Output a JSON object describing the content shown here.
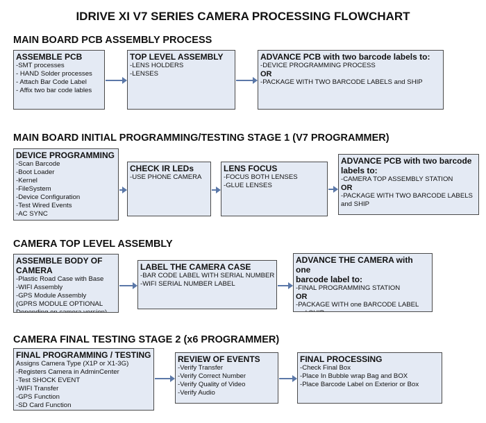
{
  "title": "IDRIVE XI V7 SERIES CAMERA PROCESSING FLOWCHART",
  "colors": {
    "box_fill": "#e4eaf4",
    "box_border": "#4a4a4a",
    "arrow": "#5b78a8"
  },
  "sections": [
    {
      "heading": "MAIN BOARD PCB ASSEMBLY PROCESS",
      "boxes": [
        {
          "title": [
            "ASSEMBLE PCB"
          ],
          "lines": [
            {
              "text": " -SMT processes"
            },
            {
              "text": " - HAND Solder processes"
            },
            {
              "text": " - Attach Bar Code Label"
            },
            {
              "text": " - Affix two bar code lables"
            }
          ]
        },
        {
          "title": [
            "TOP LEVEL ASSEMBLY"
          ],
          "lines": [
            {
              "text": "-LENS HOLDERS"
            },
            {
              "text": "-LENSES"
            }
          ]
        },
        {
          "title": [
            "ADVANCE PCB with two barcode labels to:"
          ],
          "lines": [
            {
              "text": "-DEVICE PROGRAMMING PROCESS"
            },
            {
              "text": "OR",
              "bold": true
            },
            {
              "text": "-PACKAGE WITH TWO BARCODE LABELS and SHIP"
            }
          ]
        }
      ]
    },
    {
      "heading": "MAIN BOARD INITIAL PROGRAMMING/TESTING STAGE 1 (V7 PROGRAMMER)",
      "boxes": [
        {
          "title": [
            "DEVICE PROGRAMMING"
          ],
          "lines": [
            {
              "text": "-Scan Barcode"
            },
            {
              "text": "-Boot Loader"
            },
            {
              "text": "-Kernel"
            },
            {
              "text": "-FileSystem"
            },
            {
              "text": "-Device Configuration"
            },
            {
              "text": "-Test Wired Events"
            },
            {
              "text": "-AC SYNC"
            }
          ]
        },
        {
          "title": [
            "CHECK IR LEDs"
          ],
          "lines": [
            {
              "text": "-USE PHONE CAMERA"
            }
          ]
        },
        {
          "title": [
            "LENS FOCUS"
          ],
          "lines": [
            {
              "text": "-FOCUS BOTH LENSES"
            },
            {
              "text": "-GLUE LENSES"
            }
          ]
        },
        {
          "title": [
            "ADVANCE PCB with two barcode",
            "labels to:"
          ],
          "lines": [
            {
              "text": "-CAMERA TOP ASSEMBLY STATION"
            },
            {
              "text": "OR",
              "bold": true
            },
            {
              "text": "-PACKAGE WITH TWO BARCODE LABELS"
            },
            {
              "text": "and SHIP"
            }
          ]
        }
      ]
    },
    {
      "heading": "CAMERA TOP LEVEL ASSEMBLY",
      "boxes": [
        {
          "title": [
            "ASSEMBLE BODY OF",
            "CAMERA"
          ],
          "lines": [
            {
              "text": "-Plastic Road Case with Base"
            },
            {
              "text": "-WIFI Assembly"
            },
            {
              "text": "-GPS Module Assembly"
            },
            {
              "text": "(GPRS MODULE OPTIONAL"
            },
            {
              "text": "Depending on camera version)"
            }
          ]
        },
        {
          "title": [
            "LABEL THE CAMERA CASE"
          ],
          "lines": [
            {
              "text": "-BAR CODE LABEL WITH SERIAL NUMBER"
            },
            {
              "text": "-WIFI SERIAL NUMBER LABEL"
            }
          ]
        },
        {
          "title": [
            "ADVANCE THE CAMERA with one",
            "barcode label to:"
          ],
          "lines": [
            {
              "text": "-FINAL PROGRAMMING STATION"
            },
            {
              "text": " OR",
              "bold": true
            },
            {
              "text": "-PACKAGE WITH one BARCODE LABEL"
            },
            {
              "text": "and SHIP"
            }
          ]
        }
      ]
    },
    {
      "heading": "CAMERA FINAL TESTING STAGE 2 (x6 PROGRAMMER)",
      "boxes": [
        {
          "title": [
            "FINAL PROGRAMMING / TESTING"
          ],
          "lines": [
            {
              "text": "Assigns Camera Type (X1P or X1-3G)"
            },
            {
              "text": "-Registers Camera in AdminCenter"
            },
            {
              "text": "-Test SHOCK EVENT"
            },
            {
              "text": "-WIFI Transfer"
            },
            {
              "text": "-GPS Function"
            },
            {
              "text": "-SD Card Function"
            }
          ]
        },
        {
          "title": [
            "REVIEW OF EVENTS"
          ],
          "lines": [
            {
              "text": "-Verify Transfer"
            },
            {
              "text": "-Verify Correct Number"
            },
            {
              "text": "-Verify Quality of Video"
            },
            {
              "text": "-Verify Audio"
            }
          ]
        },
        {
          "title": [
            "FINAL PROCESSING"
          ],
          "lines": [
            {
              "text": " -Check Final Box"
            },
            {
              "text": "-Place In Bubble wrap Bag and BOX"
            },
            {
              "text": "-Place Barcode Label on Exterior or Box"
            }
          ]
        }
      ]
    }
  ]
}
